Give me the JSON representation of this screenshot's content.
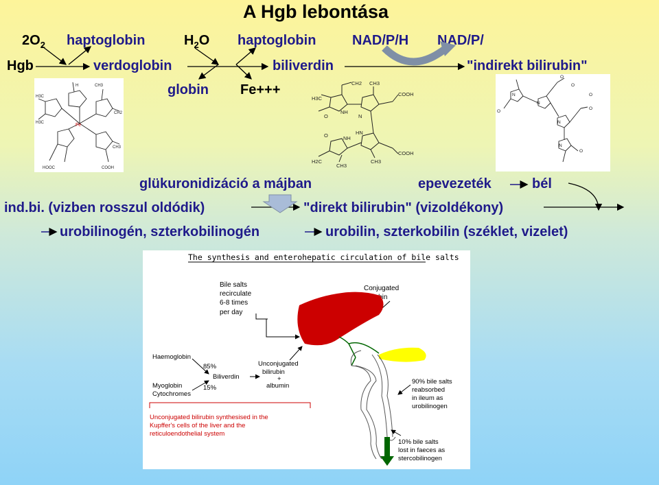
{
  "title": "A Hgb lebontása",
  "row1": {
    "o2_main": "2O",
    "o2_sub": "2",
    "haptoglobin1": "haptoglobin",
    "h2o_h": "H",
    "h2o_sub": "2",
    "h2o_o": "O",
    "haptoglobin2": "haptoglobin",
    "nadph": "NAD/P/H",
    "nadp": "NAD/P/"
  },
  "row2": {
    "hgb": "Hgb",
    "verdoglobin": "verdoglobin",
    "biliverdin": "biliverdin",
    "indirekt": "\"indirekt bilirubin\""
  },
  "row3": {
    "globin": "globin",
    "fe": "Fe+++"
  },
  "row4": {
    "gluk": "glükuronidizáció a májban",
    "epe": "epevezeték",
    "bel": "bél"
  },
  "row5": {
    "indbi": "ind.bi. (vizben rosszul oldódik)",
    "direkt": "\"direkt bilirubin\" (vizoldékony)"
  },
  "row6": {
    "urobilinogen": "urobilinogén, szterkobilinogén",
    "urobilin": "urobilin, szterkobilin (széklet, vizelet)"
  },
  "arrow_glyph": "→",
  "bile": {
    "title": "The synthesis and enterohepatic circulation of bile salts",
    "recirc": [
      "Bile salts",
      "recirculate",
      "6-8 times",
      "per day"
    ],
    "conj": [
      "Conjugated",
      "bilirubin"
    ],
    "haemo": "Haemoglobin",
    "p85": "85%",
    "biliverdin": "Biliverdin",
    "p15": "15%",
    "myo": [
      "Myoglobin",
      "Cytochromes"
    ],
    "unconj": [
      "Unconjugated",
      "bilirubin",
      "+",
      "albumin"
    ],
    "red": [
      "Unconjugated bilirubin synthesised in the",
      "Kupffer's cells of the liver and the",
      "reticuloendothelial system"
    ],
    "ileum": [
      "90% bile salts",
      "reabsorbed",
      "in ileum as",
      "urobilinogen"
    ],
    "faeces": [
      "10% bile salts",
      "lost in faeces as",
      "stercobilinogen"
    ]
  },
  "colors": {
    "text_blue": "#1f1a8a",
    "liver": "#cc0000",
    "gallbladder": "#ffff00",
    "duct": "#006600",
    "arrow_gray": "#7f8fa6"
  }
}
